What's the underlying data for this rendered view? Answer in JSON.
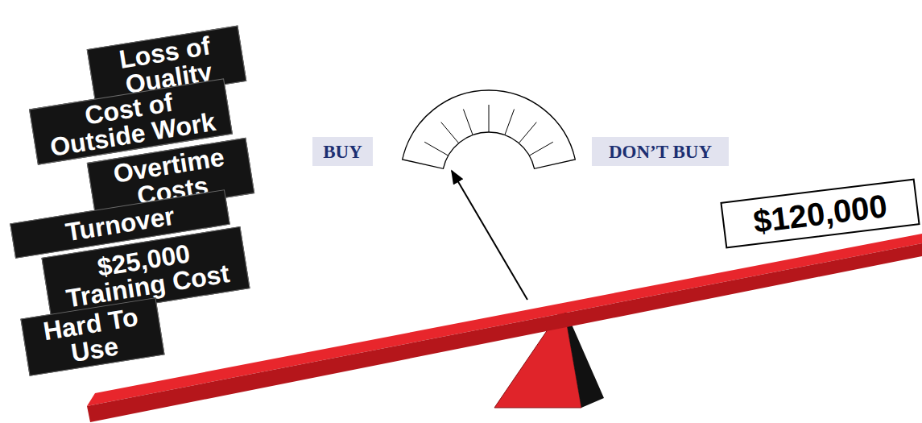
{
  "diagram": {
    "nodes": [
      {
        "text": [
          "Loss of Quality"
        ]
      },
      {
        "text": [
          "Cost of Outside Work"
        ]
      },
      {
        "text": [
          "Overtime Costs"
        ]
      },
      {
        "text": [
          "Turnover"
        ]
      },
      {
        "text": [
          "$25,000 Training Cost"
        ]
      },
      {
        "text": [
          "Hard To Use"
        ]
      },
      {
        "text": [
          "BUY"
        ]
      },
      {
        "text": [
          "DON’T BUY"
        ]
      },
      {
        "text": [
          "$120,000"
        ]
      }
    ]
  }
}
